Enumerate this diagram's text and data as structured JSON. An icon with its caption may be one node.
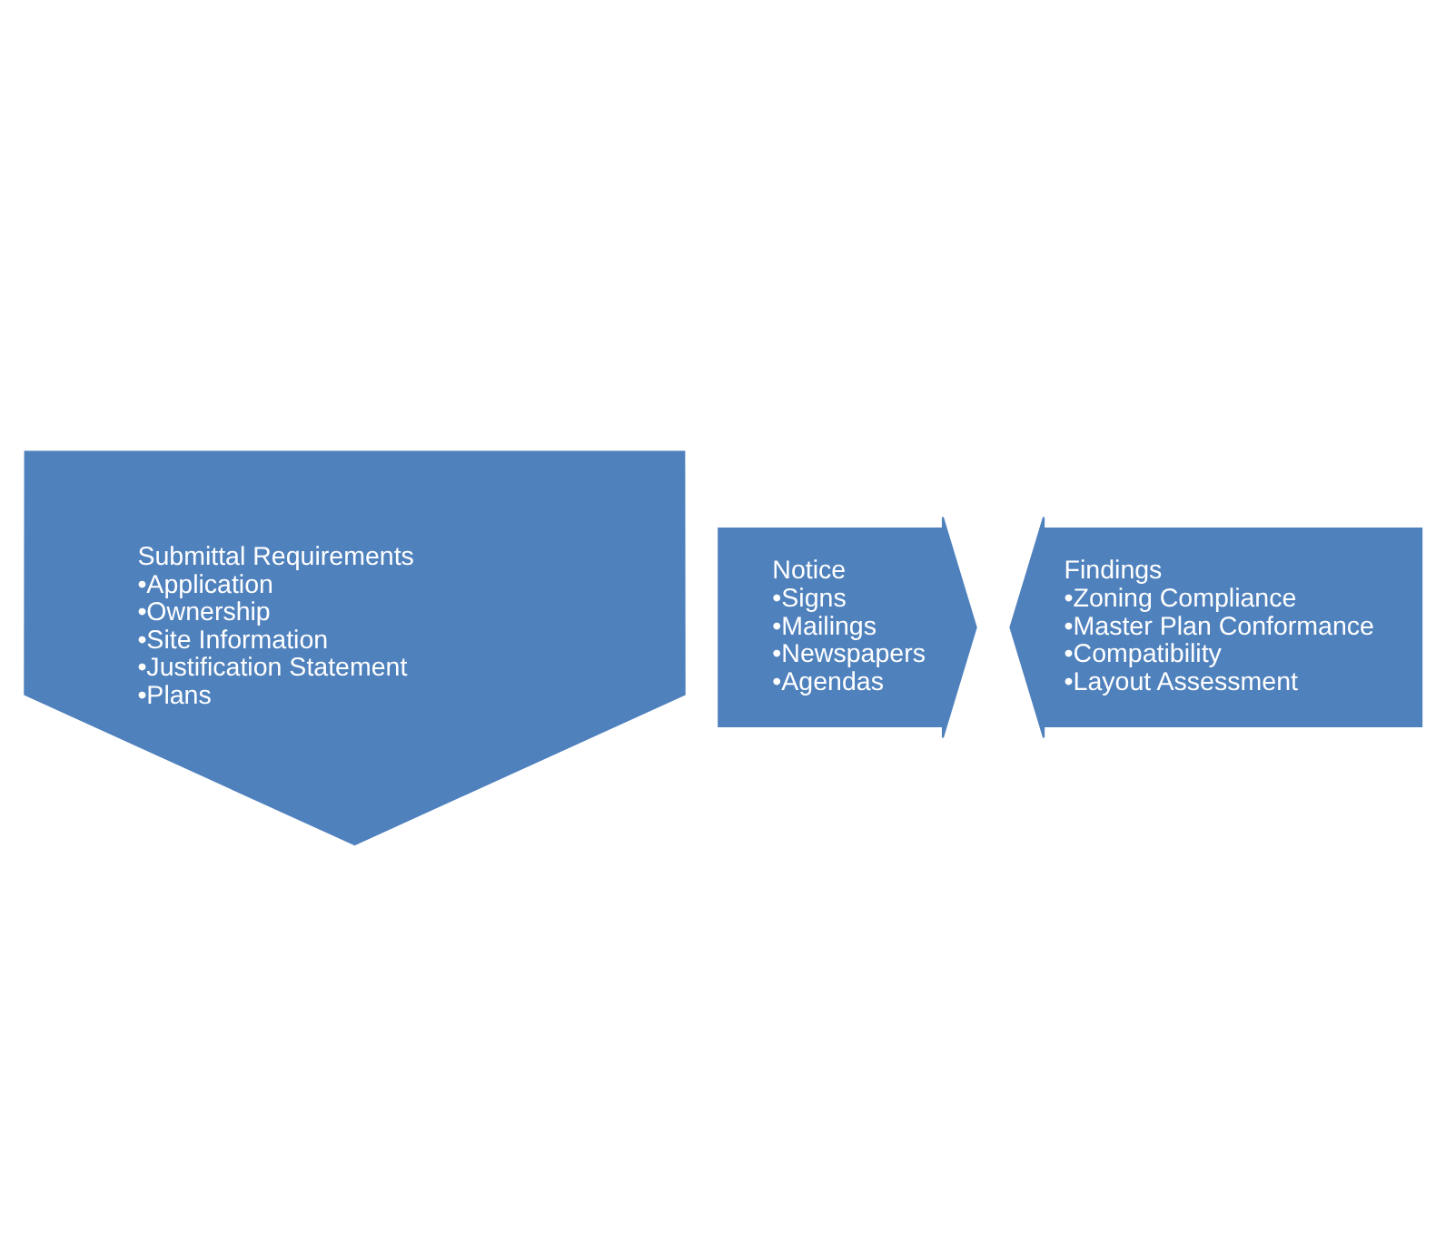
{
  "diagram": {
    "nodes": [
      {
        "text": [
          "Submittal Requirements",
          "•Application",
          "•Ownership",
          "•Site Information",
          "•Justification Statement",
          "•Plans"
        ]
      },
      {
        "text": [
          "Notice",
          "•Signs",
          "•Mailings",
          "•Newspapers",
          "•Agendas"
        ]
      },
      {
        "text": [
          "Findings",
          "•Zoning Compliance",
          "•Master Plan Conformance",
          "•Compatibility",
          "•Layout Assessment"
        ]
      }
    ]
  }
}
